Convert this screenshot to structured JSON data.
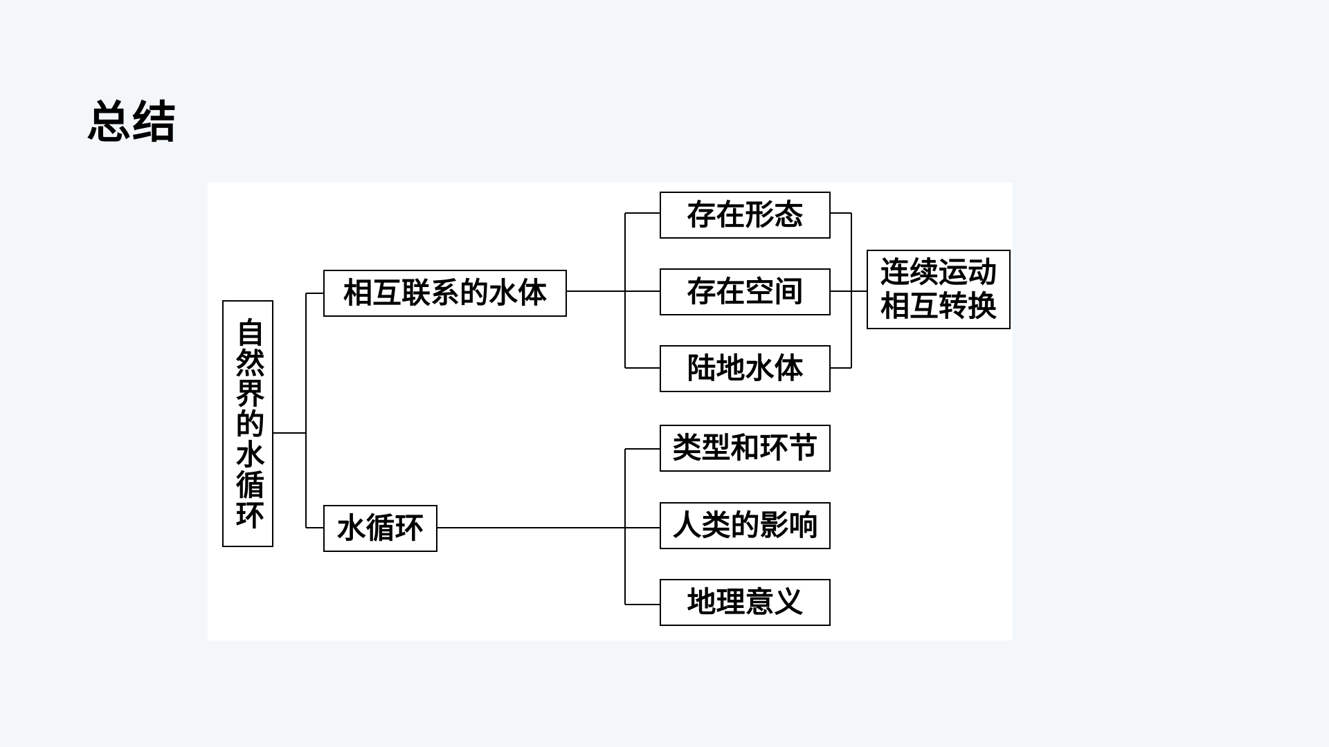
{
  "title": "总结",
  "diagram": {
    "root": "自然界的水循环",
    "branch_water_bodies": {
      "label": "相互联系的水体",
      "children": [
        "存在形态",
        "存在空间",
        "陆地水体"
      ],
      "result": "连续运动\n相互转换"
    },
    "branch_water_cycle": {
      "label": "水循环",
      "children": [
        "类型和环节",
        "人类的影响",
        "地理意义"
      ]
    }
  }
}
